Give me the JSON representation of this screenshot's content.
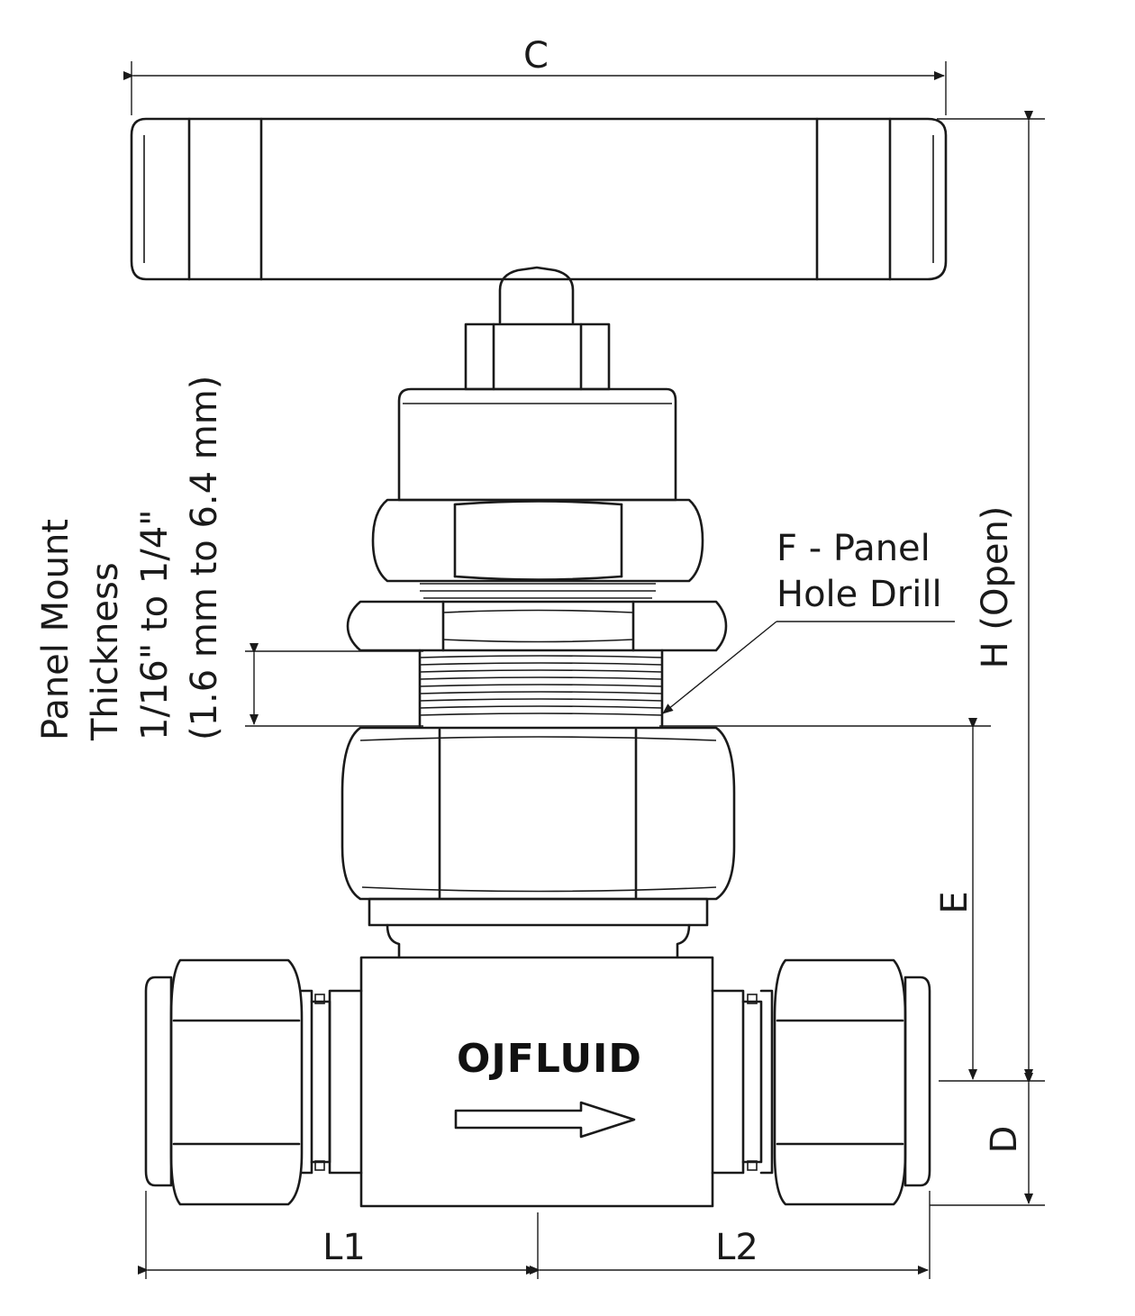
{
  "dimensions": {
    "C": "C",
    "H": "H (Open)",
    "E": "E",
    "D": "D",
    "L1": "L1",
    "L2": "L2"
  },
  "callouts": {
    "panel_hole_line1": "F - Panel",
    "panel_hole_line2": "Hole Drill",
    "panel_mount_line1": "Panel Mount",
    "panel_mount_line2": "Thickness",
    "panel_mount_line3": "1/16\" to 1/4\"",
    "panel_mount_line4": "(1.6 mm to 6.4 mm)"
  },
  "brand": "OJFLUID",
  "colors": {
    "line": "#1a1a1a",
    "background": "#ffffff"
  }
}
